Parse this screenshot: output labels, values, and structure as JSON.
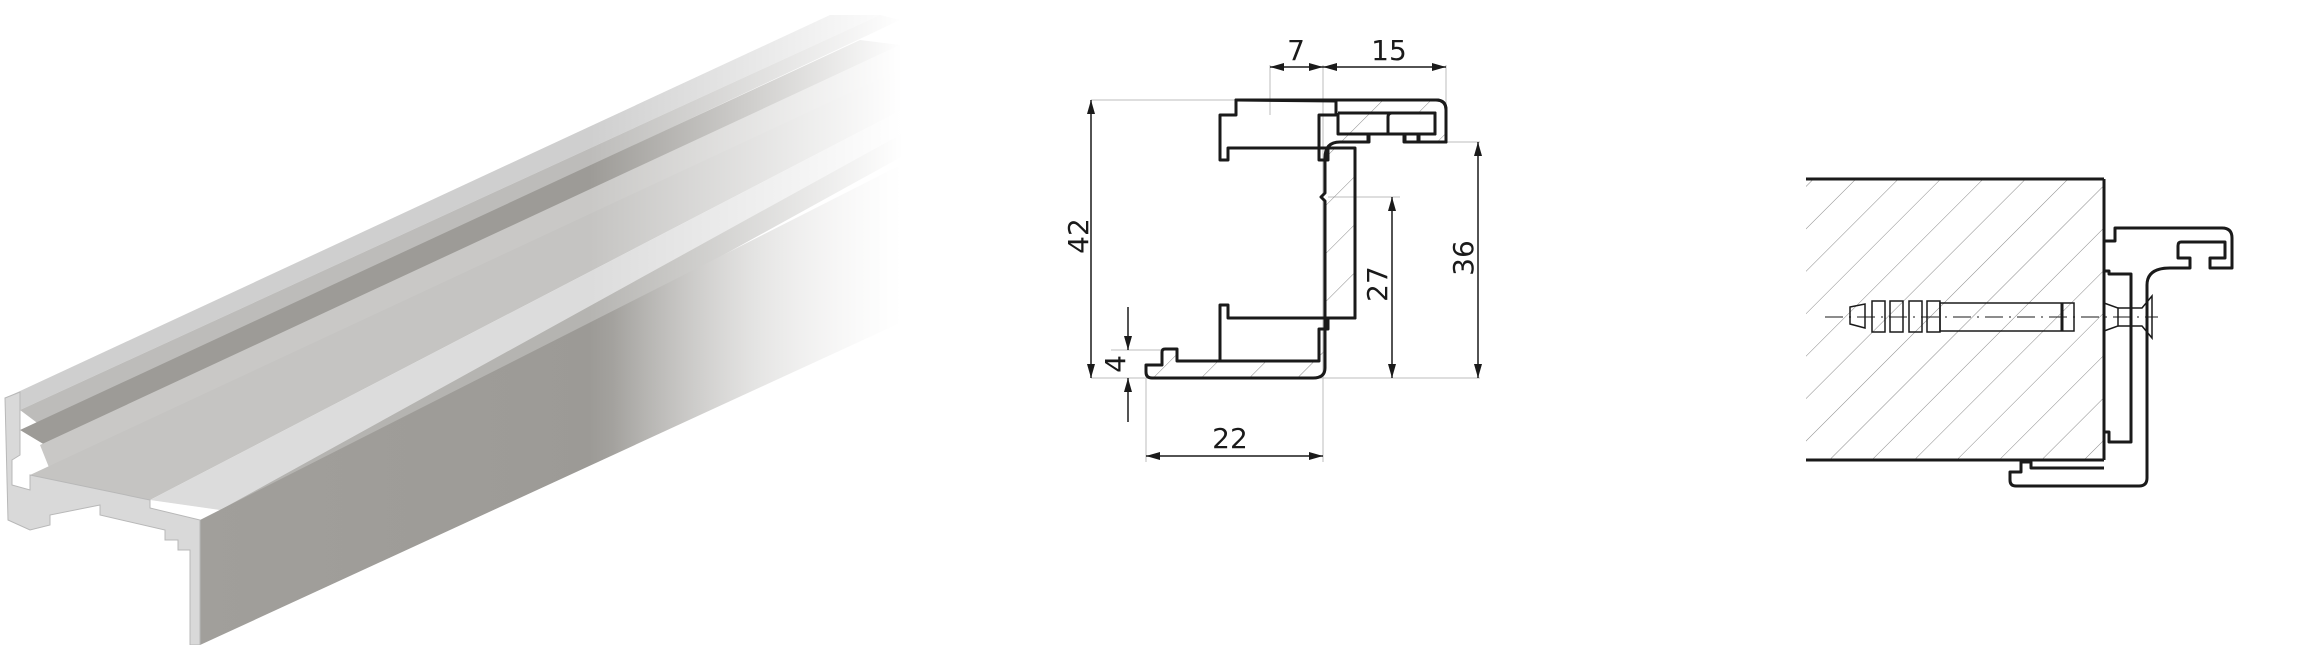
{
  "figure": {
    "panels": [
      {
        "id": "render3d",
        "description": "3D render of aluminium profile rail"
      },
      {
        "id": "section",
        "description": "Profile cross-section with dimensions"
      },
      {
        "id": "install",
        "description": "Installation cross-section: profile fixed to wall with dowel and screw"
      }
    ]
  },
  "colors": {
    "background": "#ffffff",
    "aluminium_light": "#d4d4d4",
    "aluminium_mid": "#bdbcba",
    "aluminium_dark": "#9a9895",
    "outline": "#1a1a1a",
    "extension_line": "#bdbdbd",
    "hatch": "#8a8a8a"
  },
  "dimensions": {
    "top_left": "7",
    "top_right": "15",
    "overall_height": "42",
    "lip_height": "4",
    "bottom_width": "22",
    "inner_height": "27",
    "rail_height": "36"
  }
}
